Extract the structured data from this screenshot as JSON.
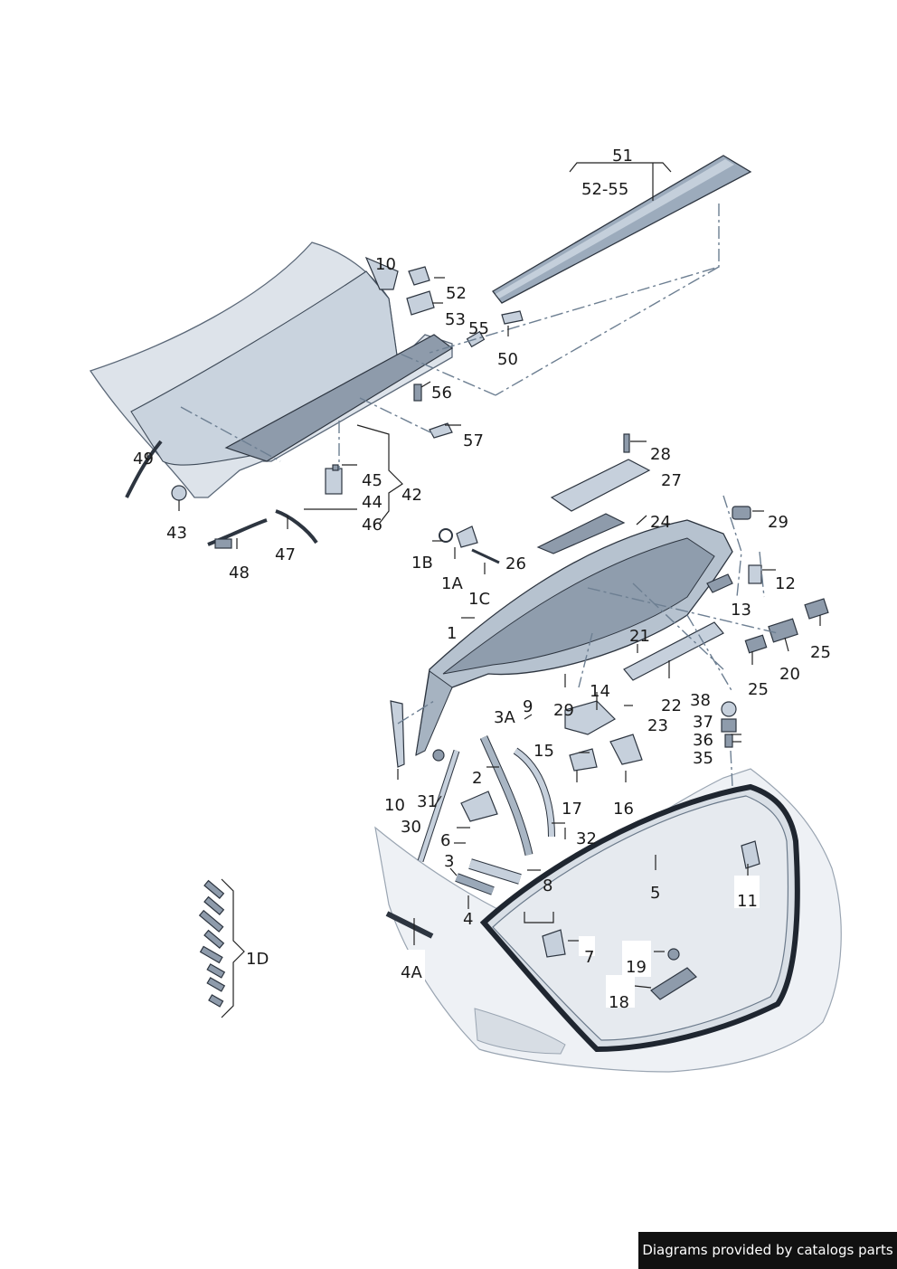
{
  "labels": {
    "l51": "51",
    "l52_55": "52-55",
    "l10a": "10",
    "l52": "52",
    "l53": "53",
    "l55": "55",
    "l50": "50",
    "l56": "56",
    "l57": "57",
    "l49": "49",
    "l43": "43",
    "l45": "45",
    "l44": "44",
    "l42": "42",
    "l46": "46",
    "l47": "47",
    "l48": "48",
    "l28": "28",
    "l27": "27",
    "l24": "24",
    "l29": "29",
    "l1B": "1B",
    "l1A": "1A",
    "l26": "26",
    "l1C": "1C",
    "l12": "12",
    "l13": "13",
    "l1": "1",
    "l21": "21",
    "l25a": "25",
    "l20": "20",
    "l25b": "25",
    "l9": "9",
    "l3A": "3A",
    "l14": "14",
    "l29b": "29",
    "l22": "22",
    "l38": "38",
    "l23": "23",
    "l37": "37",
    "l36": "36",
    "l15": "15",
    "l35": "35",
    "l2": "2",
    "l10b": "10",
    "l31": "31",
    "l17": "17",
    "l16": "16",
    "l30": "30",
    "l32": "32",
    "l6": "6",
    "l3": "3",
    "l8": "8",
    "l5": "5",
    "l11": "11",
    "l4": "4",
    "l1D": "1D",
    "l7": "7",
    "l19": "19",
    "l4A": "4A",
    "l18": "18"
  },
  "footer": {
    "text": "Diagrams provided by catalogs parts"
  },
  "colors": {
    "part_fill": "#c6d0dc",
    "part_dark": "#8e9bab",
    "outline": "#2d3540",
    "dash": "#6d7f92"
  }
}
